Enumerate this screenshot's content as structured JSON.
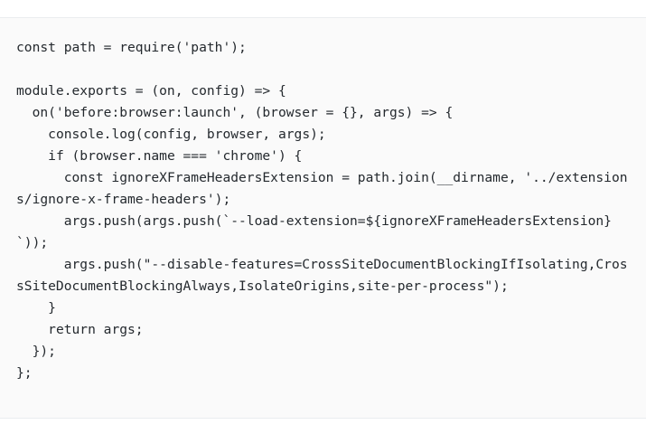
{
  "page": {
    "background_color": "#ffffff"
  },
  "code_block": {
    "name": "javascript-code-snippet",
    "language": "javascript",
    "background_color": "#fafafa",
    "border_color": "#eaecef",
    "text_color": "#24292e",
    "wrap_mode": "break-all",
    "lines": [
      "const path = require('path');",
      "",
      "module.exports = (on, config) => {",
      "  on('before:browser:launch', (browser = {}, args) => {",
      "    console.log(config, browser, args);",
      "    if (browser.name === 'chrome') {",
      "      const ignoreXFrameHeadersExtension = path.join(__dirname, '../extensions/ignore-x-frame-headers');",
      "      args.push(args.push(`--load-extension=${ignoreXFrameHeadersExtension}`));",
      "      args.push(\"--disable-features=CrossSiteDocumentBlockingIfIsolating,CrossSiteDocumentBlockingAlways,IsolateOrigins,site-per-process\");",
      "    }",
      "    return args;",
      "  });",
      "};"
    ]
  }
}
